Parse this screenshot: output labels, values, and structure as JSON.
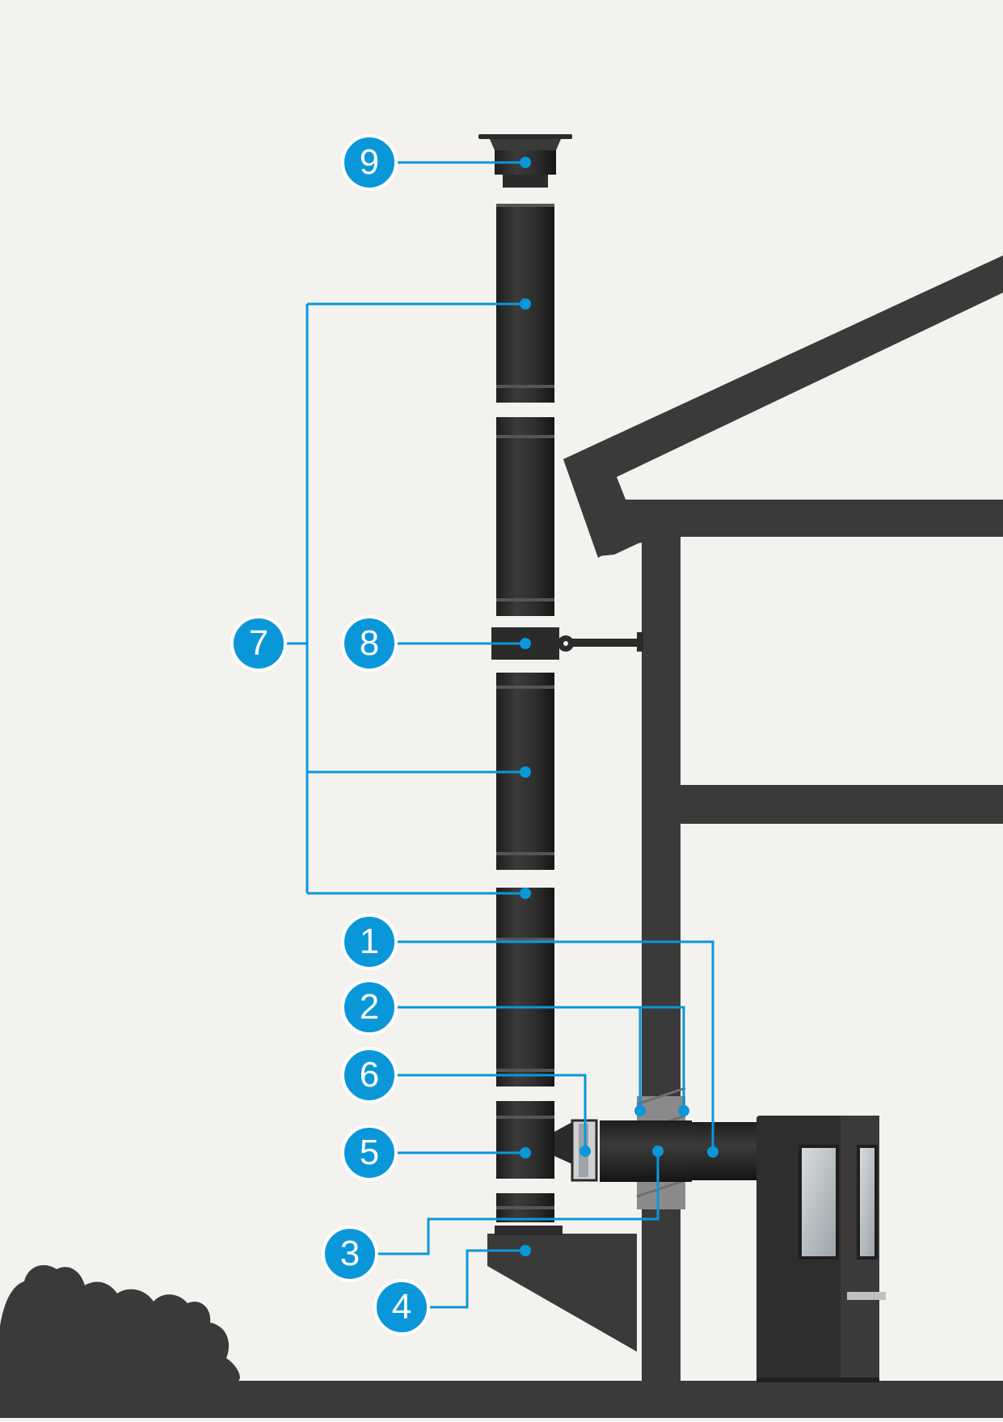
{
  "diagram": {
    "callouts": [
      {
        "id": "callout-1",
        "label": "1"
      },
      {
        "id": "callout-2",
        "label": "2"
      },
      {
        "id": "callout-3",
        "label": "3"
      },
      {
        "id": "callout-4",
        "label": "4"
      },
      {
        "id": "callout-5",
        "label": "5"
      },
      {
        "id": "callout-6",
        "label": "6"
      },
      {
        "id": "callout-7",
        "label": "7"
      },
      {
        "id": "callout-8",
        "label": "8"
      },
      {
        "id": "callout-9",
        "label": "9"
      }
    ]
  },
  "colors": {
    "background": "#f4f2ee",
    "building": "#3a3a3a",
    "pipe": "#2b2b2b",
    "callout": "#0a97d9",
    "callout_text": "#ffffff"
  }
}
